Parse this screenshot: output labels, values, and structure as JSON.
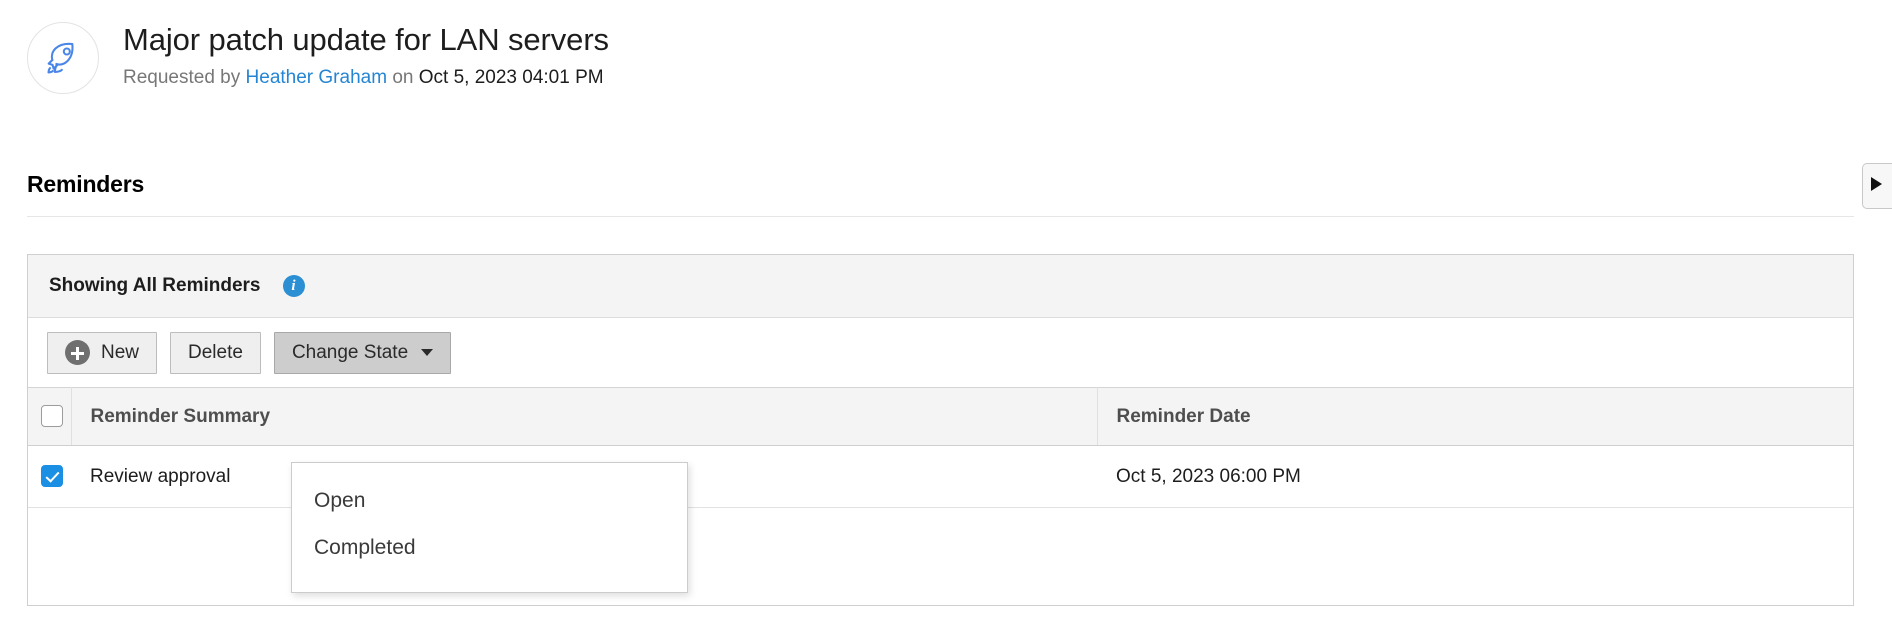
{
  "header": {
    "avatar_icon": "rocket-icon",
    "title": "Major patch update for LAN servers",
    "requested_by_label": "Requested by",
    "author": "Heather Graham",
    "on_label": "on",
    "timestamp": "Oct 5, 2023 04:01 PM"
  },
  "drawer": {
    "toggle_icon": "play-triangle-right-icon"
  },
  "section": {
    "heading": "Reminders"
  },
  "panel": {
    "header_title": "Showing All Reminders",
    "info_icon": "info-circle-icon",
    "toolbar": {
      "new_label": "New",
      "new_icon": "plus-circle-icon",
      "delete_label": "Delete",
      "change_state_label": "Change State",
      "change_state_caret": "chevron-down-icon"
    },
    "dropdown": {
      "open": true,
      "items": [
        "Open",
        "Completed"
      ]
    },
    "table": {
      "columns": [
        "",
        "Reminder Summary",
        "",
        "Reminder Date"
      ],
      "header_select_all_checked": false,
      "rows": [
        {
          "checked": true,
          "summary": "Review approval",
          "middle": "",
          "date": "Oct 5, 2023 06:00 PM"
        }
      ]
    }
  },
  "colors": {
    "link": "#2585d3",
    "accent_checkbox": "#1a8fe3",
    "info_badge": "#2b8fd4",
    "rocket_stroke": "#4a86e8",
    "panel_header_bg": "#f4f4f4",
    "active_button_bg": "#cdcdcd"
  }
}
